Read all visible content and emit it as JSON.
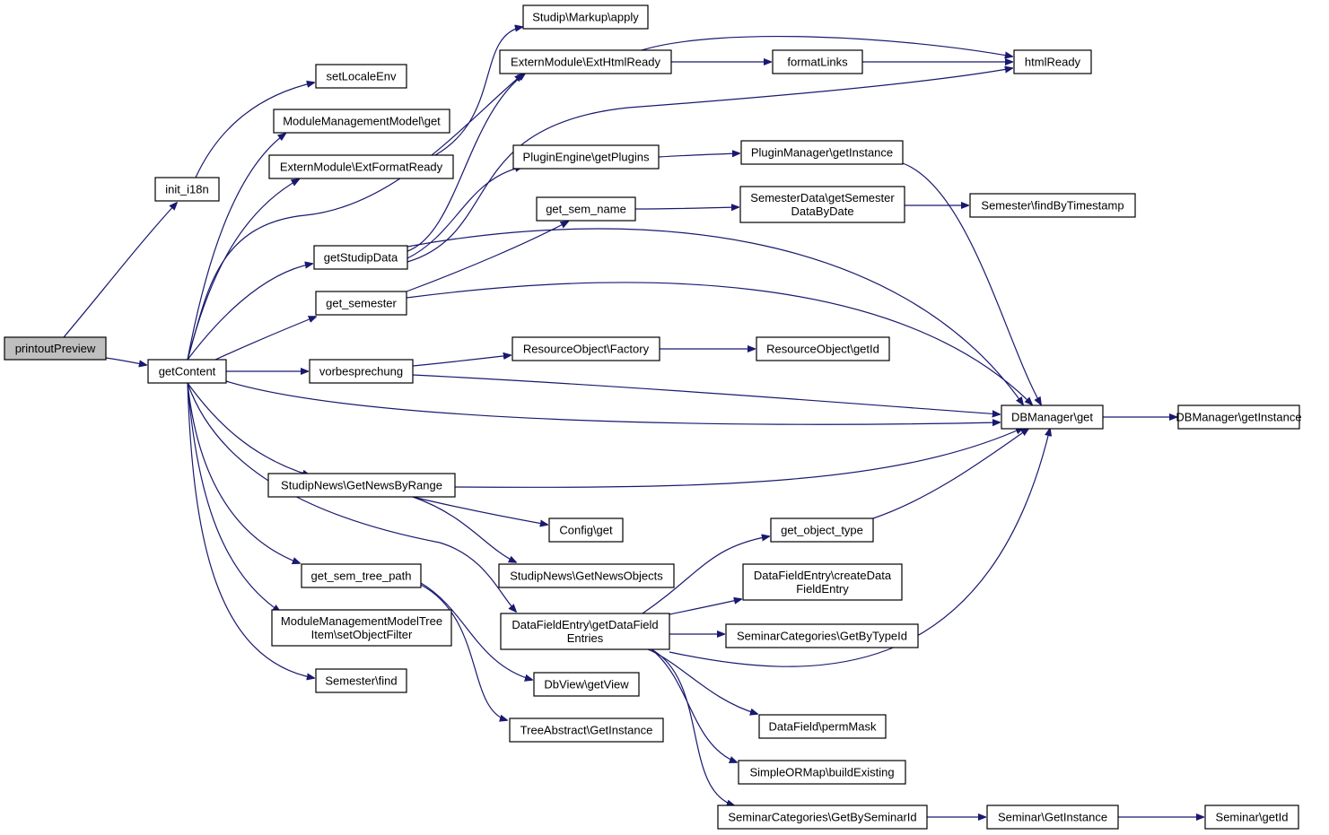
{
  "diagram": {
    "type": "call-graph",
    "colors": {
      "edge": "#191970",
      "root_fill": "#bfbfbf",
      "node_fill": "#ffffff",
      "border": "#000000"
    },
    "nodes": [
      {
        "id": "printoutPreview",
        "lines": [
          "printoutPreview"
        ],
        "root": true
      },
      {
        "id": "init_i18n",
        "lines": [
          "init_i18n"
        ]
      },
      {
        "id": "getContent",
        "lines": [
          "getContent"
        ]
      },
      {
        "id": "setLocaleEnv",
        "lines": [
          "setLocaleEnv"
        ]
      },
      {
        "id": "mmm_get",
        "lines": [
          "ModuleManagementModel\\get"
        ]
      },
      {
        "id": "ext_format",
        "lines": [
          "ExternModule\\ExtFormatReady"
        ]
      },
      {
        "id": "getStudipData",
        "lines": [
          "getStudipData"
        ]
      },
      {
        "id": "get_semester",
        "lines": [
          "get_semester"
        ]
      },
      {
        "id": "vorbesprechung",
        "lines": [
          "vorbesprechung"
        ]
      },
      {
        "id": "news_range",
        "lines": [
          "StudipNews\\GetNewsByRange"
        ]
      },
      {
        "id": "sem_tree_path",
        "lines": [
          "get_sem_tree_path"
        ]
      },
      {
        "id": "mmm_tree",
        "lines": [
          "ModuleManagementModelTree",
          "Item\\setObjectFilter"
        ]
      },
      {
        "id": "sem_find",
        "lines": [
          "Semester\\find"
        ]
      },
      {
        "id": "markup_apply",
        "lines": [
          "Studip\\Markup\\apply"
        ]
      },
      {
        "id": "ext_html",
        "lines": [
          "ExternModule\\ExtHtmlReady"
        ]
      },
      {
        "id": "plugin_get",
        "lines": [
          "PluginEngine\\getPlugins"
        ]
      },
      {
        "id": "get_sem_name",
        "lines": [
          "get_sem_name"
        ]
      },
      {
        "id": "res_factory",
        "lines": [
          "ResourceObject\\Factory"
        ]
      },
      {
        "id": "config_get",
        "lines": [
          "Config\\get"
        ]
      },
      {
        "id": "news_objects",
        "lines": [
          "StudipNews\\GetNewsObjects"
        ]
      },
      {
        "id": "dfe_get",
        "lines": [
          "DataFieldEntry\\getDataField",
          "Entries"
        ]
      },
      {
        "id": "dbview",
        "lines": [
          "DbView\\getView"
        ]
      },
      {
        "id": "tree_abs",
        "lines": [
          "TreeAbstract\\GetInstance"
        ]
      },
      {
        "id": "formatLinks",
        "lines": [
          "formatLinks"
        ]
      },
      {
        "id": "pm_instance",
        "lines": [
          "PluginManager\\getInstance"
        ]
      },
      {
        "id": "semdata",
        "lines": [
          "SemesterData\\getSemester",
          "DataByDate"
        ]
      },
      {
        "id": "res_getid",
        "lines": [
          "ResourceObject\\getId"
        ]
      },
      {
        "id": "get_obj_type",
        "lines": [
          "get_object_type"
        ]
      },
      {
        "id": "dfe_create",
        "lines": [
          "DataFieldEntry\\createData",
          "FieldEntry"
        ]
      },
      {
        "id": "semcat_type",
        "lines": [
          "SeminarCategories\\GetByTypeId"
        ]
      },
      {
        "id": "perm_mask",
        "lines": [
          "DataField\\permMask"
        ]
      },
      {
        "id": "sorm_build",
        "lines": [
          "SimpleORMap\\buildExisting"
        ]
      },
      {
        "id": "semcat_sem",
        "lines": [
          "SeminarCategories\\GetBySeminarId"
        ]
      },
      {
        "id": "htmlReady",
        "lines": [
          "htmlReady"
        ]
      },
      {
        "id": "sem_fbt",
        "lines": [
          "Semester\\findByTimestamp"
        ]
      },
      {
        "id": "dbm_get",
        "lines": [
          "DBManager\\get"
        ]
      },
      {
        "id": "sem_instance",
        "lines": [
          "Seminar\\GetInstance"
        ]
      },
      {
        "id": "dbm_inst",
        "lines": [
          "DBManager\\getInstance"
        ]
      },
      {
        "id": "sem_getid",
        "lines": [
          "Seminar\\getId"
        ]
      }
    ],
    "edges": [
      {
        "from": "printoutPreview",
        "to": "init_i18n"
      },
      {
        "from": "printoutPreview",
        "to": "getContent"
      },
      {
        "from": "init_i18n",
        "to": "setLocaleEnv"
      },
      {
        "from": "getContent",
        "to": "mmm_get"
      },
      {
        "from": "getContent",
        "to": "ext_format"
      },
      {
        "from": "getContent",
        "to": "ext_html"
      },
      {
        "from": "getContent",
        "to": "getStudipData"
      },
      {
        "from": "getContent",
        "to": "get_semester"
      },
      {
        "from": "getContent",
        "to": "vorbesprechung"
      },
      {
        "from": "getContent",
        "to": "dbm_get"
      },
      {
        "from": "getContent",
        "to": "news_range"
      },
      {
        "from": "getContent",
        "to": "dfe_get"
      },
      {
        "from": "getContent",
        "to": "sem_tree_path"
      },
      {
        "from": "getContent",
        "to": "mmm_tree"
      },
      {
        "from": "getContent",
        "to": "sem_find"
      },
      {
        "from": "ext_format",
        "to": "markup_apply"
      },
      {
        "from": "getStudipData",
        "to": "ext_html"
      },
      {
        "from": "getStudipData",
        "to": "plugin_get"
      },
      {
        "from": "getStudipData",
        "to": "htmlReady"
      },
      {
        "from": "getStudipData",
        "to": "dbm_get"
      },
      {
        "from": "get_semester",
        "to": "get_sem_name"
      },
      {
        "from": "get_semester",
        "to": "dbm_get"
      },
      {
        "from": "vorbesprechung",
        "to": "res_factory"
      },
      {
        "from": "vorbesprechung",
        "to": "dbm_get"
      },
      {
        "from": "news_range",
        "to": "config_get"
      },
      {
        "from": "news_range",
        "to": "news_objects"
      },
      {
        "from": "news_range",
        "to": "dbm_get"
      },
      {
        "from": "sem_tree_path",
        "to": "dbview"
      },
      {
        "from": "sem_tree_path",
        "to": "tree_abs"
      },
      {
        "from": "ext_html",
        "to": "formatLinks"
      },
      {
        "from": "ext_html",
        "to": "htmlReady"
      },
      {
        "from": "formatLinks",
        "to": "htmlReady"
      },
      {
        "from": "plugin_get",
        "to": "pm_instance"
      },
      {
        "from": "pm_instance",
        "to": "dbm_get"
      },
      {
        "from": "get_sem_name",
        "to": "semdata"
      },
      {
        "from": "semdata",
        "to": "sem_fbt"
      },
      {
        "from": "res_factory",
        "to": "res_getid"
      },
      {
        "from": "dfe_get",
        "to": "get_obj_type"
      },
      {
        "from": "dfe_get",
        "to": "dfe_create"
      },
      {
        "from": "dfe_get",
        "to": "semcat_type"
      },
      {
        "from": "dfe_get",
        "to": "perm_mask"
      },
      {
        "from": "dfe_get",
        "to": "sorm_build"
      },
      {
        "from": "dfe_get",
        "to": "semcat_sem"
      },
      {
        "from": "dfe_get",
        "to": "dbm_get"
      },
      {
        "from": "get_obj_type",
        "to": "dbm_get"
      },
      {
        "from": "semcat_sem",
        "to": "sem_instance"
      },
      {
        "from": "sem_instance",
        "to": "sem_getid"
      },
      {
        "from": "dbm_get",
        "to": "dbm_inst"
      }
    ]
  }
}
